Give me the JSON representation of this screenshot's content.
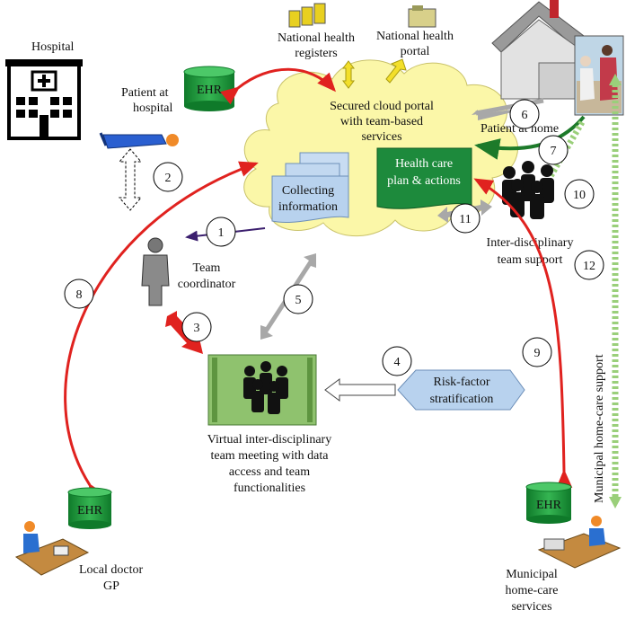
{
  "labels": {
    "hospital": "Hospital",
    "patient_at_hospital_1": "Patient at",
    "patient_at_hospital_2": "hospital",
    "ehr_hospital": "EHR",
    "national_registers_1": "National health",
    "national_registers_2": "registers",
    "national_portal_1": "National health",
    "national_portal_2": "portal",
    "cloud_1": "Secured cloud portal",
    "cloud_2": "with team-based",
    "cloud_3": "services",
    "collecting_1": "Collecting",
    "collecting_2": "information",
    "plan_1": "Health care",
    "plan_2": "plan & actions",
    "patient_at_home": "Patient at home",
    "team_coordinator_1": "Team",
    "team_coordinator_2": "coordinator",
    "interdisciplinary_1": "Inter-disciplinary",
    "interdisciplinary_2": "team support",
    "risk_1": "Risk-factor",
    "risk_2": "stratification",
    "meeting_1": "Virtual inter-disciplinary",
    "meeting_2": "team meeting with data",
    "meeting_3": "access and team",
    "meeting_4": "functionalities",
    "ehr_gp": "EHR",
    "local_doctor_1": "Local doctor",
    "local_doctor_2": "GP",
    "ehr_municipal": "EHR",
    "municipal_1": "Municipal",
    "municipal_2": "home-care",
    "municipal_3": "services",
    "municipal_support": "Municipal home-care support"
  },
  "steps": [
    "1",
    "2",
    "3",
    "4",
    "5",
    "6",
    "7",
    "8",
    "9",
    "10",
    "11",
    "12"
  ],
  "colors": {
    "cloud": "#fbf7a8",
    "ehr": "#1f9a3c",
    "plan": "#1d8a3c",
    "collect": "#b8d2ee",
    "meeting": "#8fc26e",
    "risk": "#b8d2ee",
    "red_arrow": "#e0221f",
    "green_arrow": "#1d7a2a",
    "light_green": "#9acf7a",
    "grey_arrow": "#a8a8a8",
    "yellow_arrow": "#f3df2a",
    "purple_arrow": "#3b1f6e"
  }
}
